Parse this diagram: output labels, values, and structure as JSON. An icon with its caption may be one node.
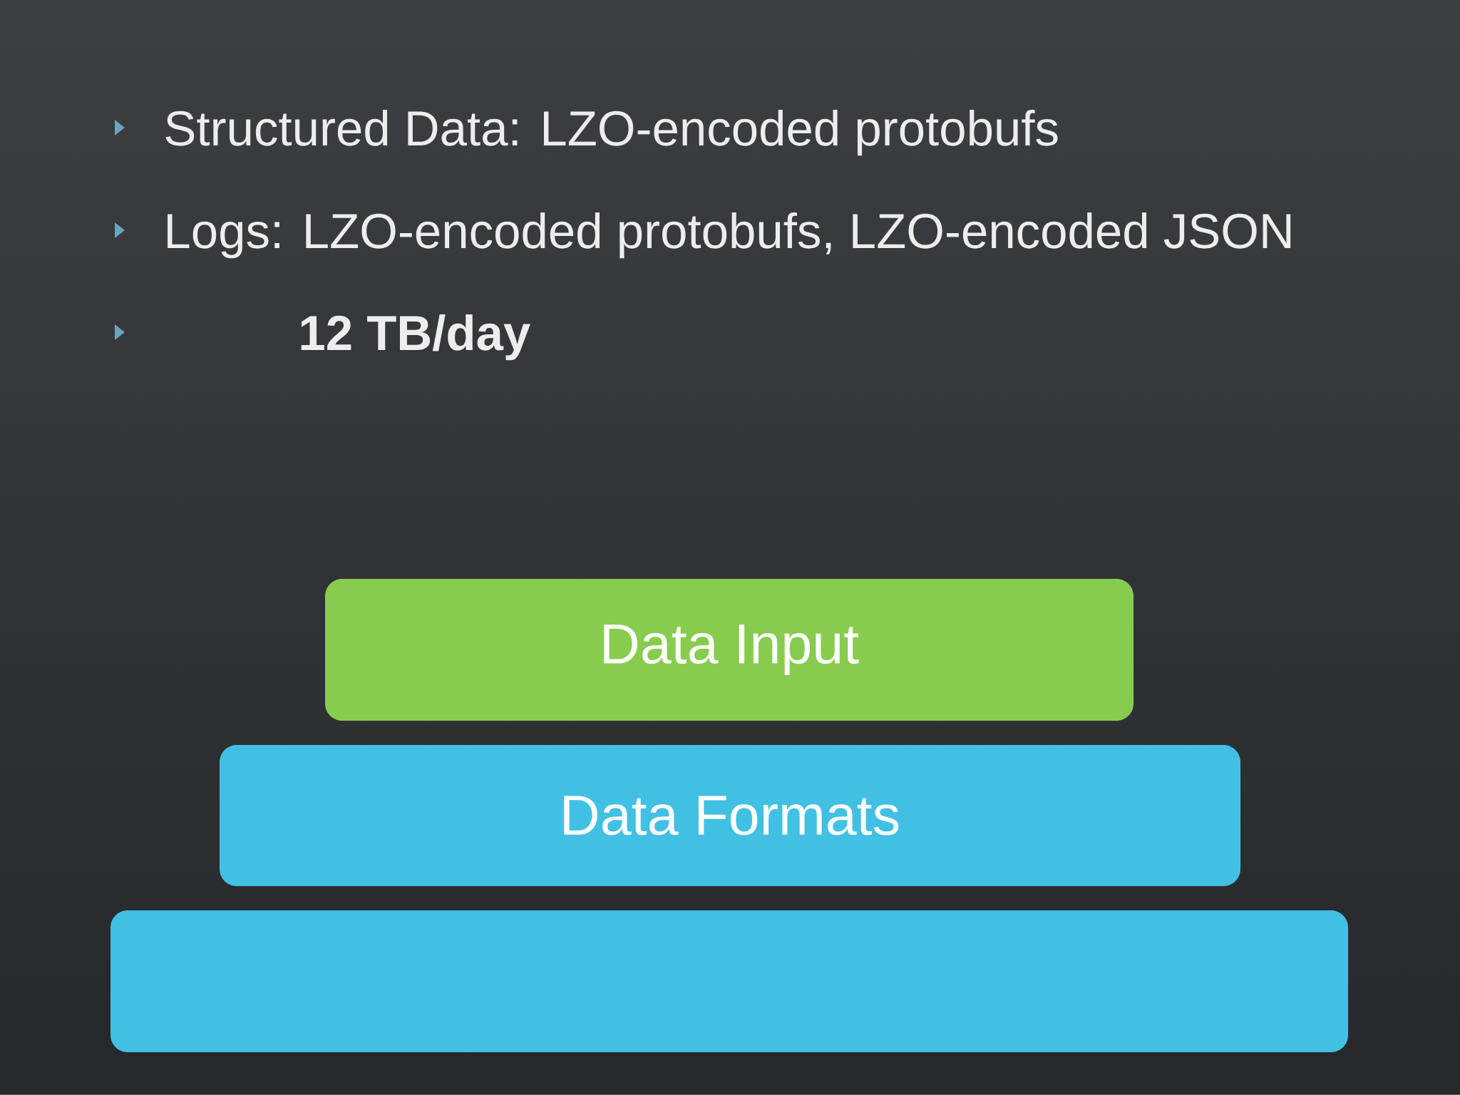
{
  "diagram": {
    "nodes": [
      {
        "text": [
          "Data Input"
        ]
      },
      {
        "text": [
          "Data Formats"
        ]
      },
      {
        "text": [],
        "shape": "box"
      }
    ],
    "labels": [
      "Structured Data: LZO-encoded protobufs",
      "Logs: LZO-encoded protobufs, LZO-encoded JSON",
      "12 TB/day"
    ]
  }
}
